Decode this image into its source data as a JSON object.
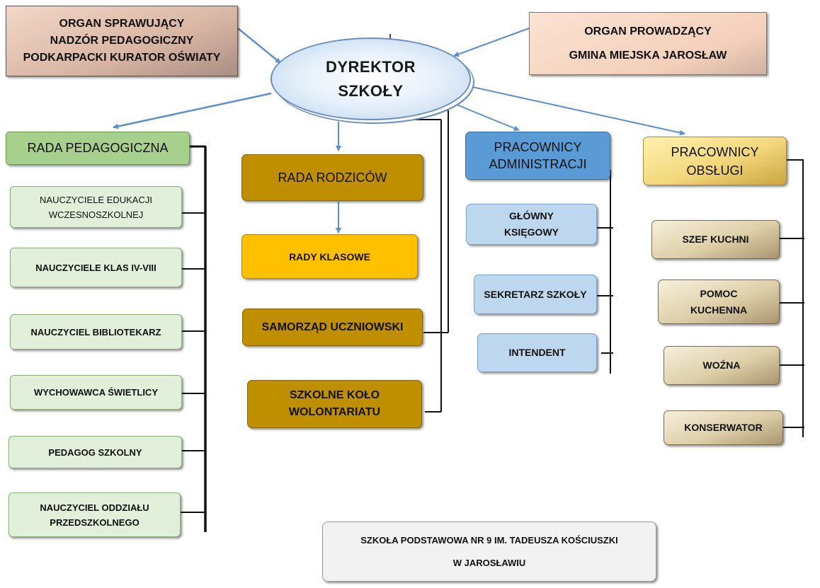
{
  "organ_nadzor": {
    "line1": "ORGAN SPRAWUJĄCY",
    "line2": "NADZÓR PEDAGOGICZNY",
    "line3": "PODKARPACKI KURATOR OŚWIATY"
  },
  "organ_prowadzacy": {
    "line1": "ORGAN PROWADZĄCY",
    "line2": "GMINA MIEJSKA JAROSŁAW"
  },
  "dyrektor": {
    "line1": "DYREKTOR",
    "line2": "SZKOŁY"
  },
  "rada_pedagogiczna": {
    "title": "RADA PEDAGOGICZNA",
    "items": [
      {
        "line1": "NAUCZYCIELE EDUKACJI",
        "line2": "WCZESNOSZKOLNEJ"
      },
      {
        "line1": "NAUCZYCIELE KLAS  IV-VIII",
        "line2": ""
      },
      {
        "line1": "NAUCZYCIEL BIBLIOTEKARZ",
        "line2": ""
      },
      {
        "line1": "WYCHOWAWCA ŚWIETLICY",
        "line2": ""
      },
      {
        "line1": "PEDAGOG SZKOLNY",
        "line2": ""
      },
      {
        "line1": "NAUCZYCIEL ODDZIAŁU",
        "line2": "PRZEDSZKOLNEGO"
      }
    ]
  },
  "rada_rodzicow": {
    "title": "RADA RODZICÓW"
  },
  "rady_klasowe": {
    "title": "RADY KLASOWE"
  },
  "samorzad": {
    "title": "SAMORZĄD UCZNIOWSKI"
  },
  "kolo_wolontariatu": {
    "line1": "SZKOLNE KOŁO",
    "line2": "WOLONTARIATU"
  },
  "pracownicy_administracji": {
    "line1": "PRACOWNICY",
    "line2": "ADMINISTRACJI",
    "items": [
      {
        "line1": "GŁÓWNY",
        "line2": "KSIĘGOWY"
      },
      {
        "line1": "SEKRETARZ SZKOŁY",
        "line2": ""
      },
      {
        "line1": "INTENDENT",
        "line2": ""
      }
    ]
  },
  "pracownicy_obslugi": {
    "line1": "PRACOWNICY",
    "line2": "OBSŁUGI",
    "items": [
      {
        "line1": "SZEF KUCHNI",
        "line2": ""
      },
      {
        "line1": "POMOC",
        "line2": "KUCHENNA"
      },
      {
        "line1": "WOŹNA",
        "line2": ""
      },
      {
        "line1": "KONSERWATOR",
        "line2": ""
      }
    ]
  },
  "szkola": {
    "line1": "SZKOŁA PODSTAWOWA NR 9 IM. TADEUSZA KOŚCIUSZKI",
    "line2": "W JAROSŁAWIU"
  },
  "colors": {
    "arrow": "#5b8fd0",
    "rada_pedagogiczna": "#a8d08d",
    "teacher_box": "#e2efda",
    "rada_rodzicow": "#bf8f00",
    "rady_klasowe": "#ffc000",
    "administracja": "#5b9bd5",
    "admin_item": "#bdd7ee",
    "obsluga": "#f2d67a",
    "school_box": "#f2f2f2"
  }
}
